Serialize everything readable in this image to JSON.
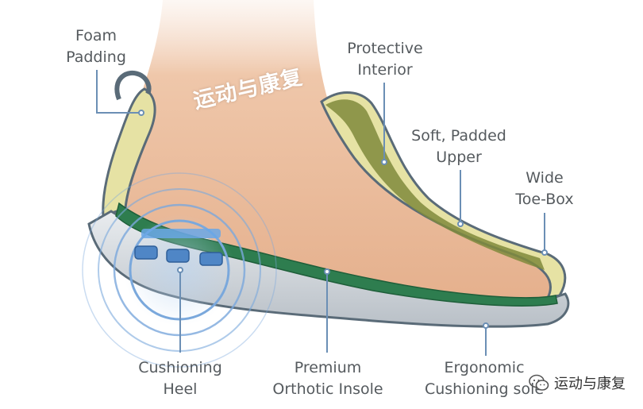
{
  "labels": {
    "foam_padding": [
      "Foam",
      "Padding"
    ],
    "protective_interior": [
      "Protective",
      "Interior"
    ],
    "soft_padded_upper": [
      "Soft, Padded",
      "Upper"
    ],
    "wide_toe_box": [
      "Wide",
      "Toe-Box"
    ],
    "cushioning_heel": [
      "Cushioning",
      "Heel"
    ],
    "premium_orthotic_insole": [
      "Premium",
      "Orthotic Insole"
    ],
    "ergonomic_cushioning_sole": [
      "Ergonomic",
      "Cushioning sole"
    ]
  },
  "watermark": "运动与康复",
  "corner_mark": {
    "text": "运动与康复",
    "icon": "wechat-icon"
  },
  "colors": {
    "skin": "#e8b796",
    "foam": "#e6e2a4",
    "upper_green": "#7f8a3c",
    "insole_green": "#2e7d4f",
    "sole_gray": "#c9ced3",
    "heel_blue": "#4f86c6",
    "ring_blue": "#7aa8dc",
    "label_text": "#555a5e",
    "leader_line": "#6b8fb5"
  }
}
